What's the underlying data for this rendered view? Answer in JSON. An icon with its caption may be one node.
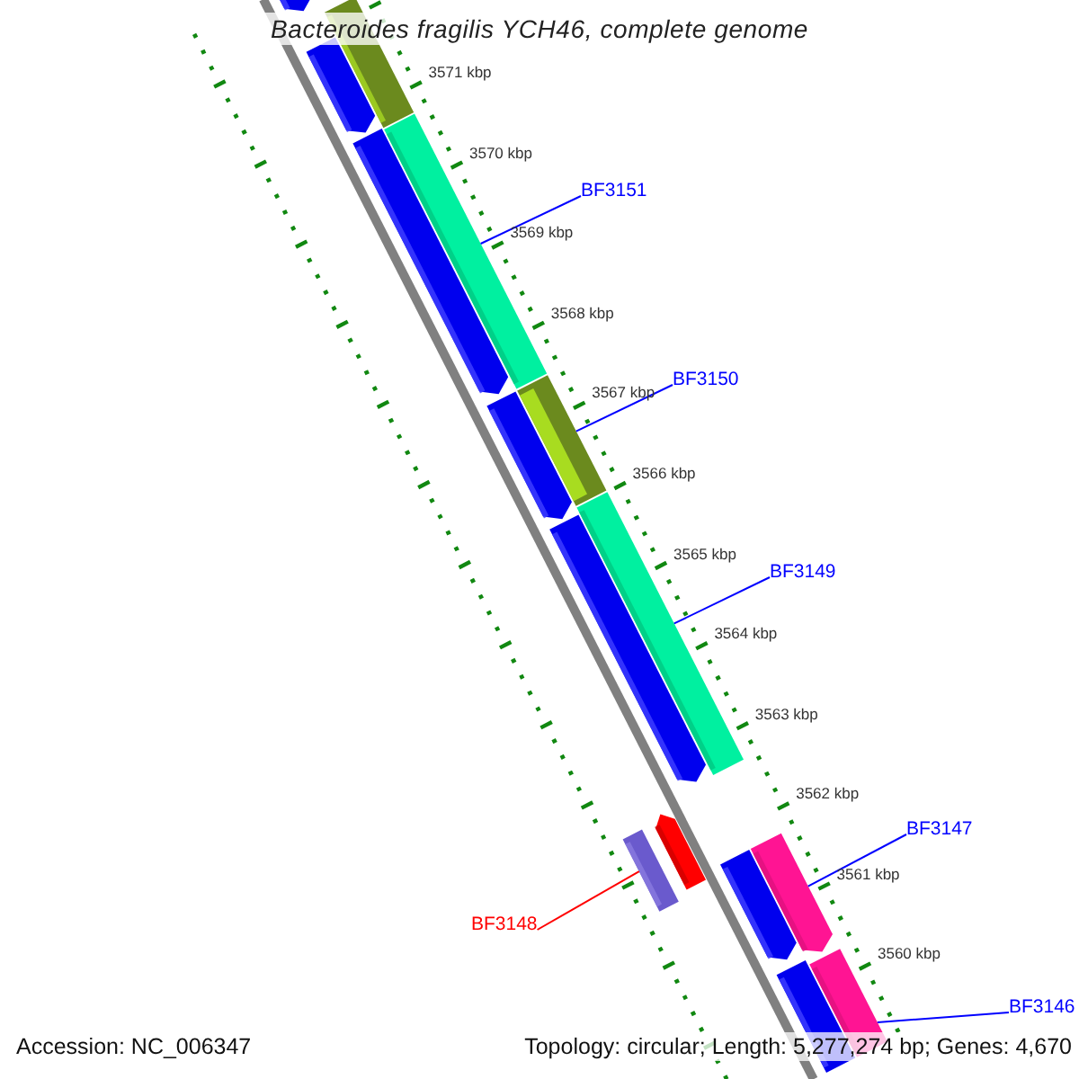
{
  "diagram": {
    "title": "Bacteroides fragilis YCH46, complete genome",
    "nodes": [
      {
        "text": [],
        "shape": "bar"
      },
      {
        "text": [],
        "shape": "bar"
      },
      {
        "text": [],
        "shape": "bar"
      },
      {
        "text": [
          "BF3151"
        ]
      },
      {
        "text": [],
        "shape": "bar"
      },
      {
        "text": [],
        "shape": "bar"
      },
      {
        "text": [
          "BF3150"
        ]
      },
      {
        "text": [],
        "shape": "bar"
      },
      {
        "text": [],
        "shape": "bar"
      },
      {
        "text": [
          "BF3149"
        ]
      },
      {
        "text": [],
        "shape": "bar"
      },
      {
        "text": [],
        "shape": "bar"
      },
      {
        "text": [
          "BF3147"
        ]
      },
      {
        "text": [],
        "shape": "bar"
      },
      {
        "text": [],
        "shape": "bar"
      },
      {
        "text": [],
        "shape": "bar"
      },
      {
        "text": [],
        "shape": "bar"
      },
      {
        "text": [
          "BF3148"
        ]
      },
      {
        "text": [
          "BF3146"
        ]
      },
      {
        "text": [],
        "shape": "bar"
      },
      {
        "text": [],
        "shape": "bar"
      }
    ],
    "edges": [
      {
        "from": 3,
        "to": 4,
        "arrow": "none"
      },
      {
        "from": 6,
        "to": 7,
        "arrow": "none"
      },
      {
        "from": 9,
        "to": 10,
        "arrow": "none"
      },
      {
        "from": 12,
        "to": 16,
        "arrow": "none"
      },
      {
        "from": 17,
        "to": 14,
        "arrow": "none",
        "color": "#ff0000"
      },
      {
        "from": 18,
        "to": 20,
        "arrow": "none"
      }
    ],
    "labels": [
      "3571 kbp",
      "3570 kbp",
      "3569 kbp",
      "3568 kbp",
      "3567 kbp",
      "3566 kbp",
      "3565 kbp",
      "3564 kbp",
      "3563 kbp",
      "3562 kbp",
      "3561 kbp",
      "3560 kbp",
      "Accession: NC_006347",
      "Topology: circular; Length: 5,277,274 bp; Genes: 4,670"
    ]
  }
}
